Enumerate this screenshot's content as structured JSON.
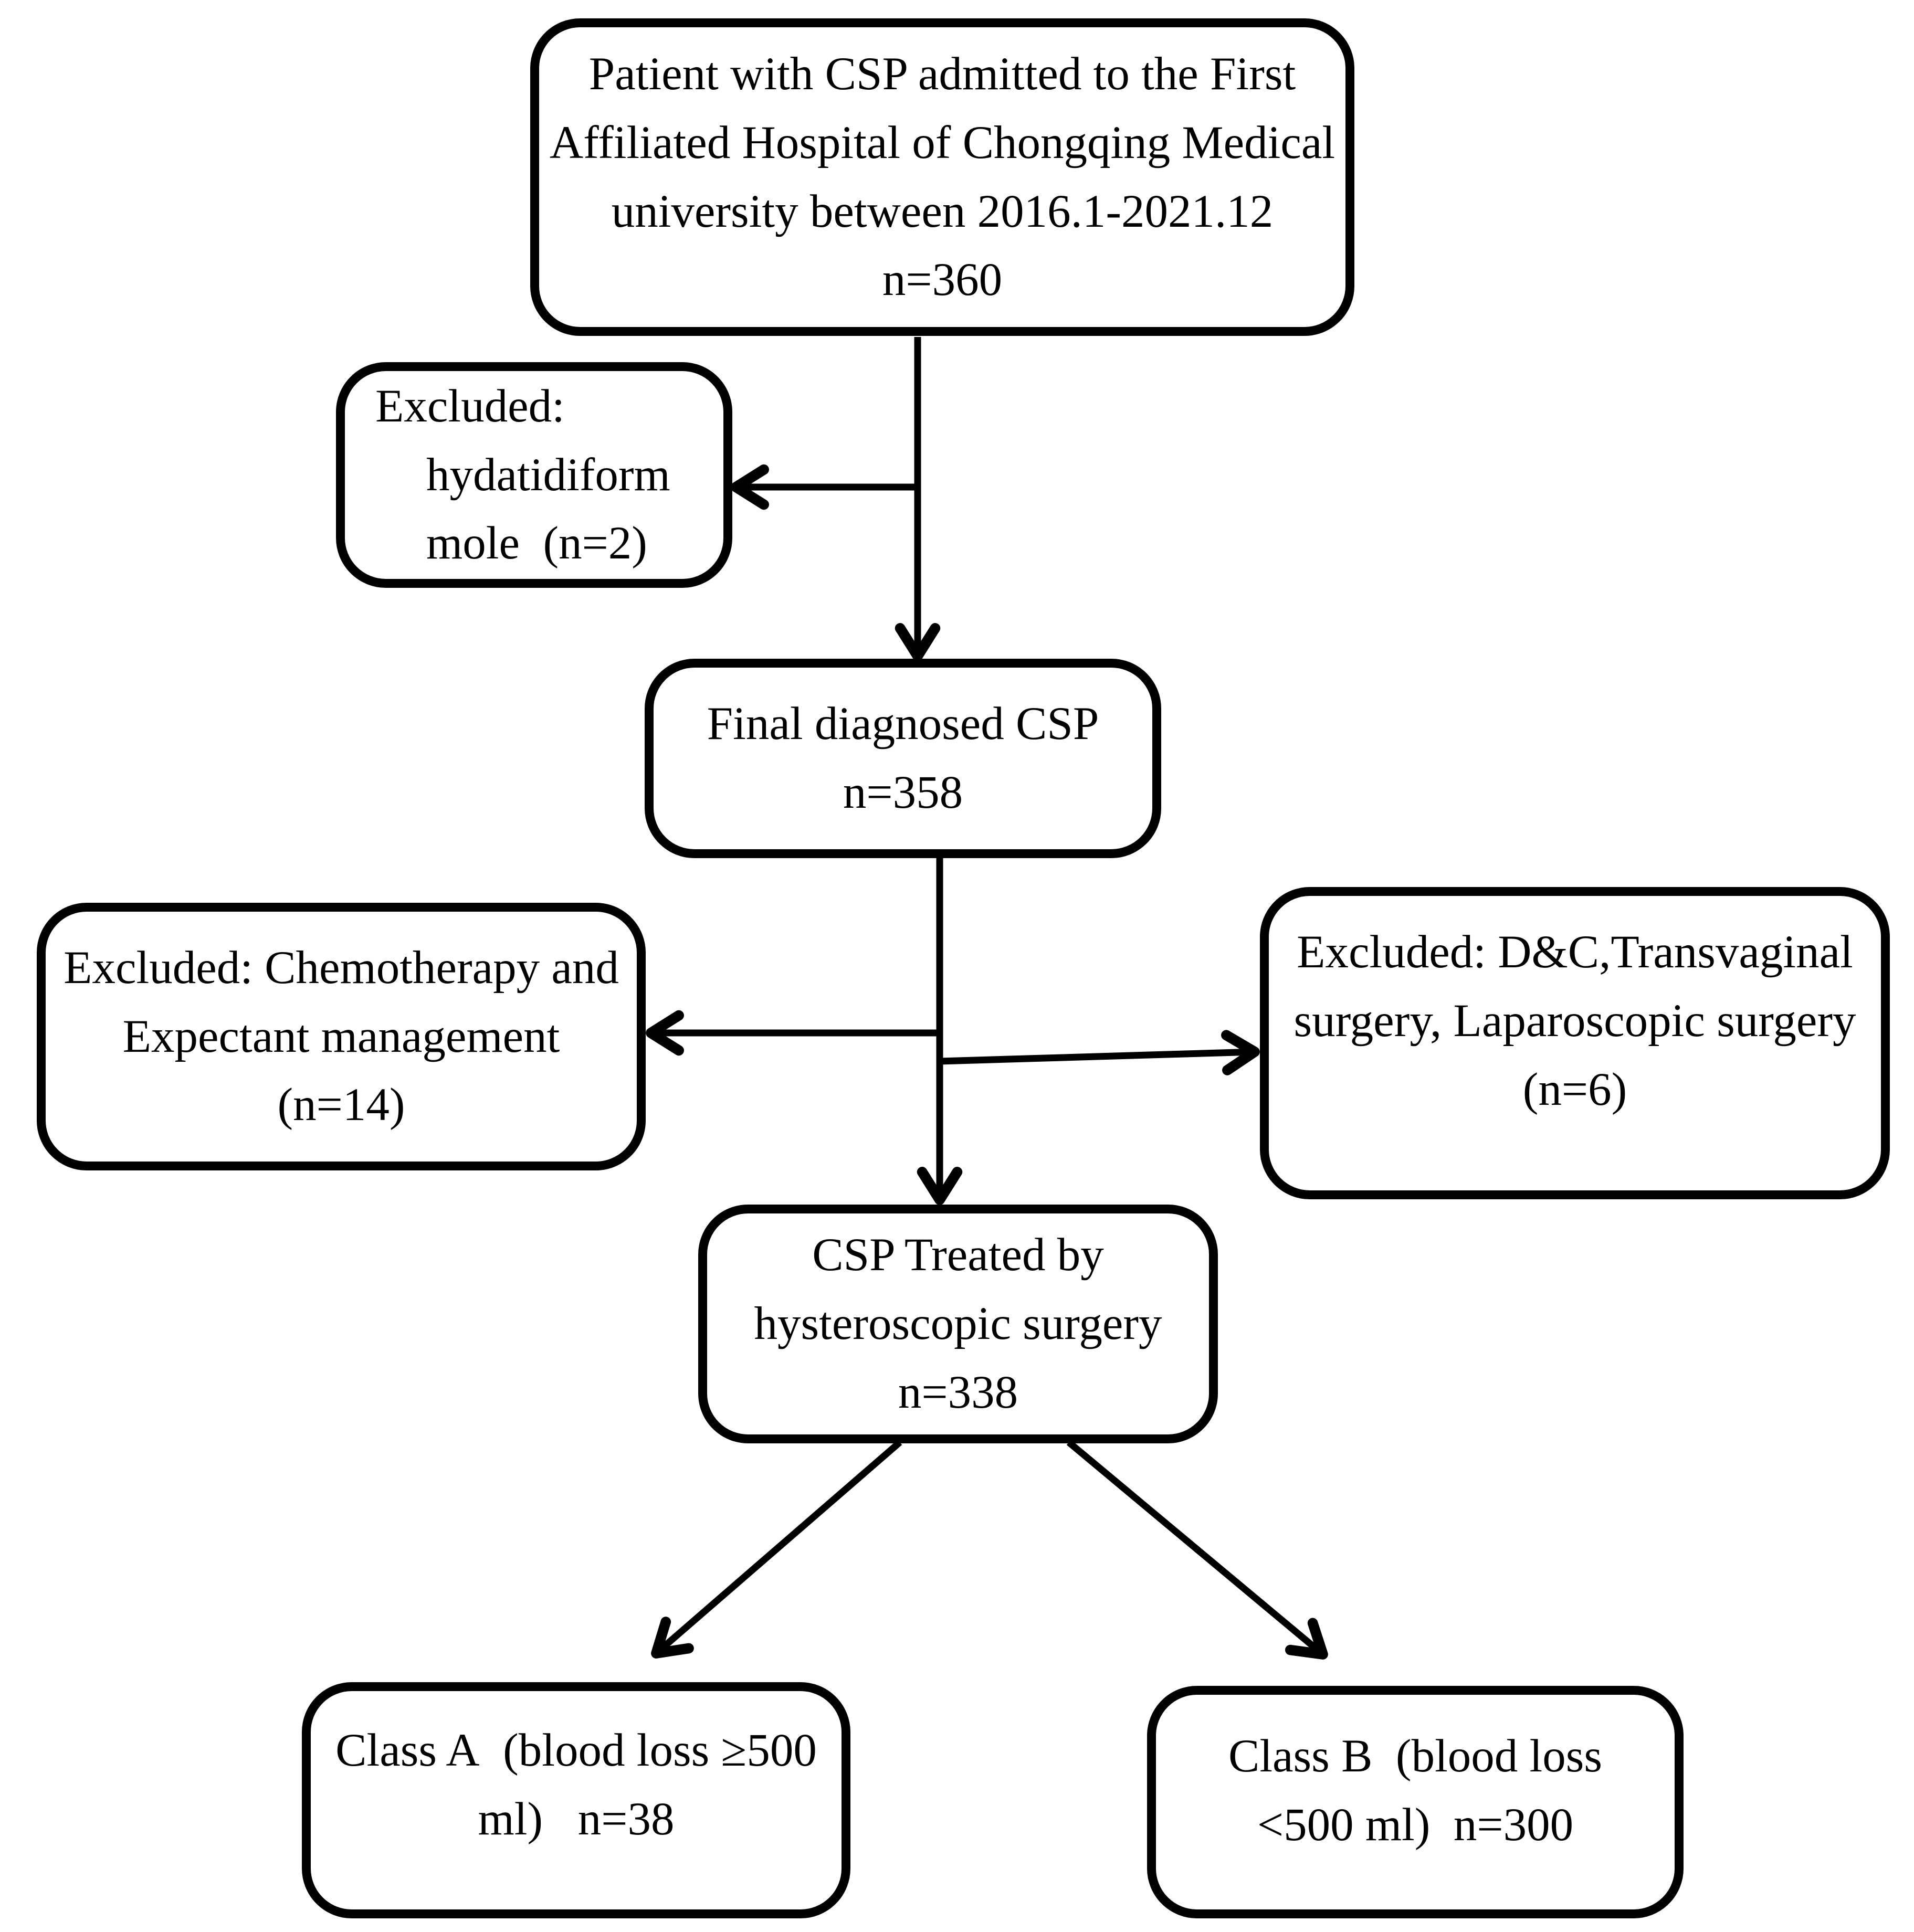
{
  "figure": {
    "type": "study-flow-diagram",
    "background_color": "#ffffff",
    "line_color": "#000000"
  },
  "boxes": {
    "admitted": {
      "lines": [
        "Patient with CSP admitted to the First",
        "Affiliated Hospital of Chongqing Medical",
        "university between 2016.1-2021.12",
        "n=360"
      ]
    },
    "excluded_mole": {
      "lines": [
        "Excluded:",
        "hydatidiform",
        "mole  (n=2)"
      ]
    },
    "final_csp": {
      "lines": [
        "Final diagnosed CSP",
        "n=358"
      ]
    },
    "excluded_chemo": {
      "lines": [
        "Excluded: Chemotherapy and",
        "Expectant management",
        "(n=14)"
      ]
    },
    "excluded_dc": {
      "lines": [
        "Excluded: D&C,Transvaginal",
        "surgery, Laparoscopic surgery",
        "(n=6)"
      ]
    },
    "treated": {
      "lines": [
        "CSP Treated by",
        "hysteroscopic surgery",
        "n=338"
      ]
    },
    "class_a": {
      "lines": [
        "Class A  (blood loss ≥500",
        "ml)   n=38"
      ]
    },
    "class_b": {
      "lines": [
        "Class B  (blood loss",
        "<500 ml)  n=300"
      ]
    }
  },
  "edges": [
    {
      "from": "admitted",
      "to": "excluded_mole",
      "type": "exclusion"
    },
    {
      "from": "admitted",
      "to": "final_csp",
      "type": "flow"
    },
    {
      "from": "final_csp",
      "to": "excluded_chemo",
      "type": "exclusion"
    },
    {
      "from": "final_csp",
      "to": "excluded_dc",
      "type": "exclusion"
    },
    {
      "from": "final_csp",
      "to": "treated",
      "type": "flow"
    },
    {
      "from": "treated",
      "to": "class_a",
      "type": "flow"
    },
    {
      "from": "treated",
      "to": "class_b",
      "type": "flow"
    }
  ]
}
